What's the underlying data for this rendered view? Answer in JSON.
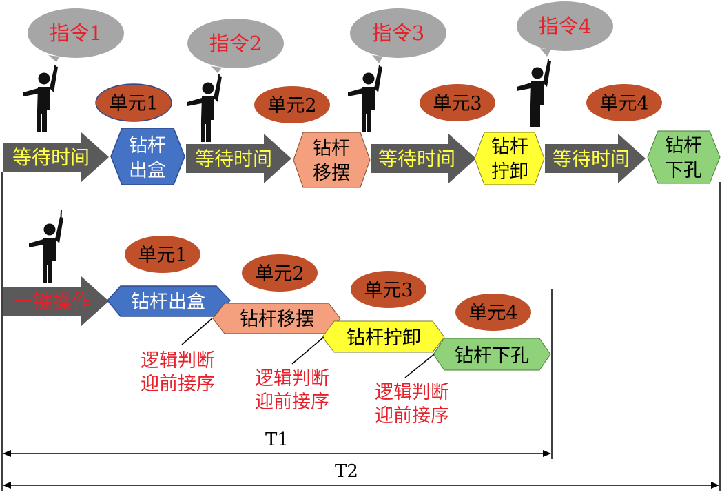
{
  "top_row": {
    "commands": [
      "指令1",
      "指令2",
      "指令3",
      "指令4"
    ],
    "units": [
      "单元1",
      "单元2",
      "单元3",
      "单元4"
    ],
    "wait_label": "等待时间",
    "steps": [
      {
        "line1": "钻杆",
        "line2": "出盒",
        "color": "#4472C4",
        "text_color": "#ffffff"
      },
      {
        "line1": "钻杆",
        "line2": "移摆",
        "color": "#F4A07E",
        "text_color": "#000000"
      },
      {
        "line1": "钻杆",
        "line2": "拧卸",
        "color": "#FFFF33",
        "text_color": "#000000"
      },
      {
        "line1": "钻杆",
        "line2": "下孔",
        "color": "#8FD27A",
        "text_color": "#000000"
      }
    ]
  },
  "bottom_row": {
    "one_key_label": "一键操作",
    "units": [
      "单元1",
      "单元2",
      "单元3",
      "单元4"
    ],
    "steps": [
      {
        "label": "钻杆出盒",
        "color": "#4472C4",
        "text_color": "#ffffff"
      },
      {
        "label": "钻杆移摆",
        "color": "#F4A07E",
        "text_color": "#000000"
      },
      {
        "label": "钻杆拧卸",
        "color": "#FFFF33",
        "text_color": "#000000"
      },
      {
        "label": "钻杆下孔",
        "color": "#8FD27A",
        "text_color": "#000000"
      }
    ],
    "logic_notes": [
      {
        "line1": "逻辑判断",
        "line2": "迎前接序"
      },
      {
        "line1": "逻辑判断",
        "line2": "迎前接序"
      },
      {
        "line1": "逻辑判断",
        "line2": "迎前接序"
      }
    ]
  },
  "timelines": {
    "t1": "T1",
    "t2": "T2"
  },
  "colors": {
    "bubble": "#A6A6A6",
    "unit_ellipse": "#C0502A",
    "unit_border": "#2F4B8F",
    "arrow": "#5A5A5A",
    "red_text": "#E8202A",
    "wait_text": "#FFFF44",
    "figure": "#111111"
  }
}
